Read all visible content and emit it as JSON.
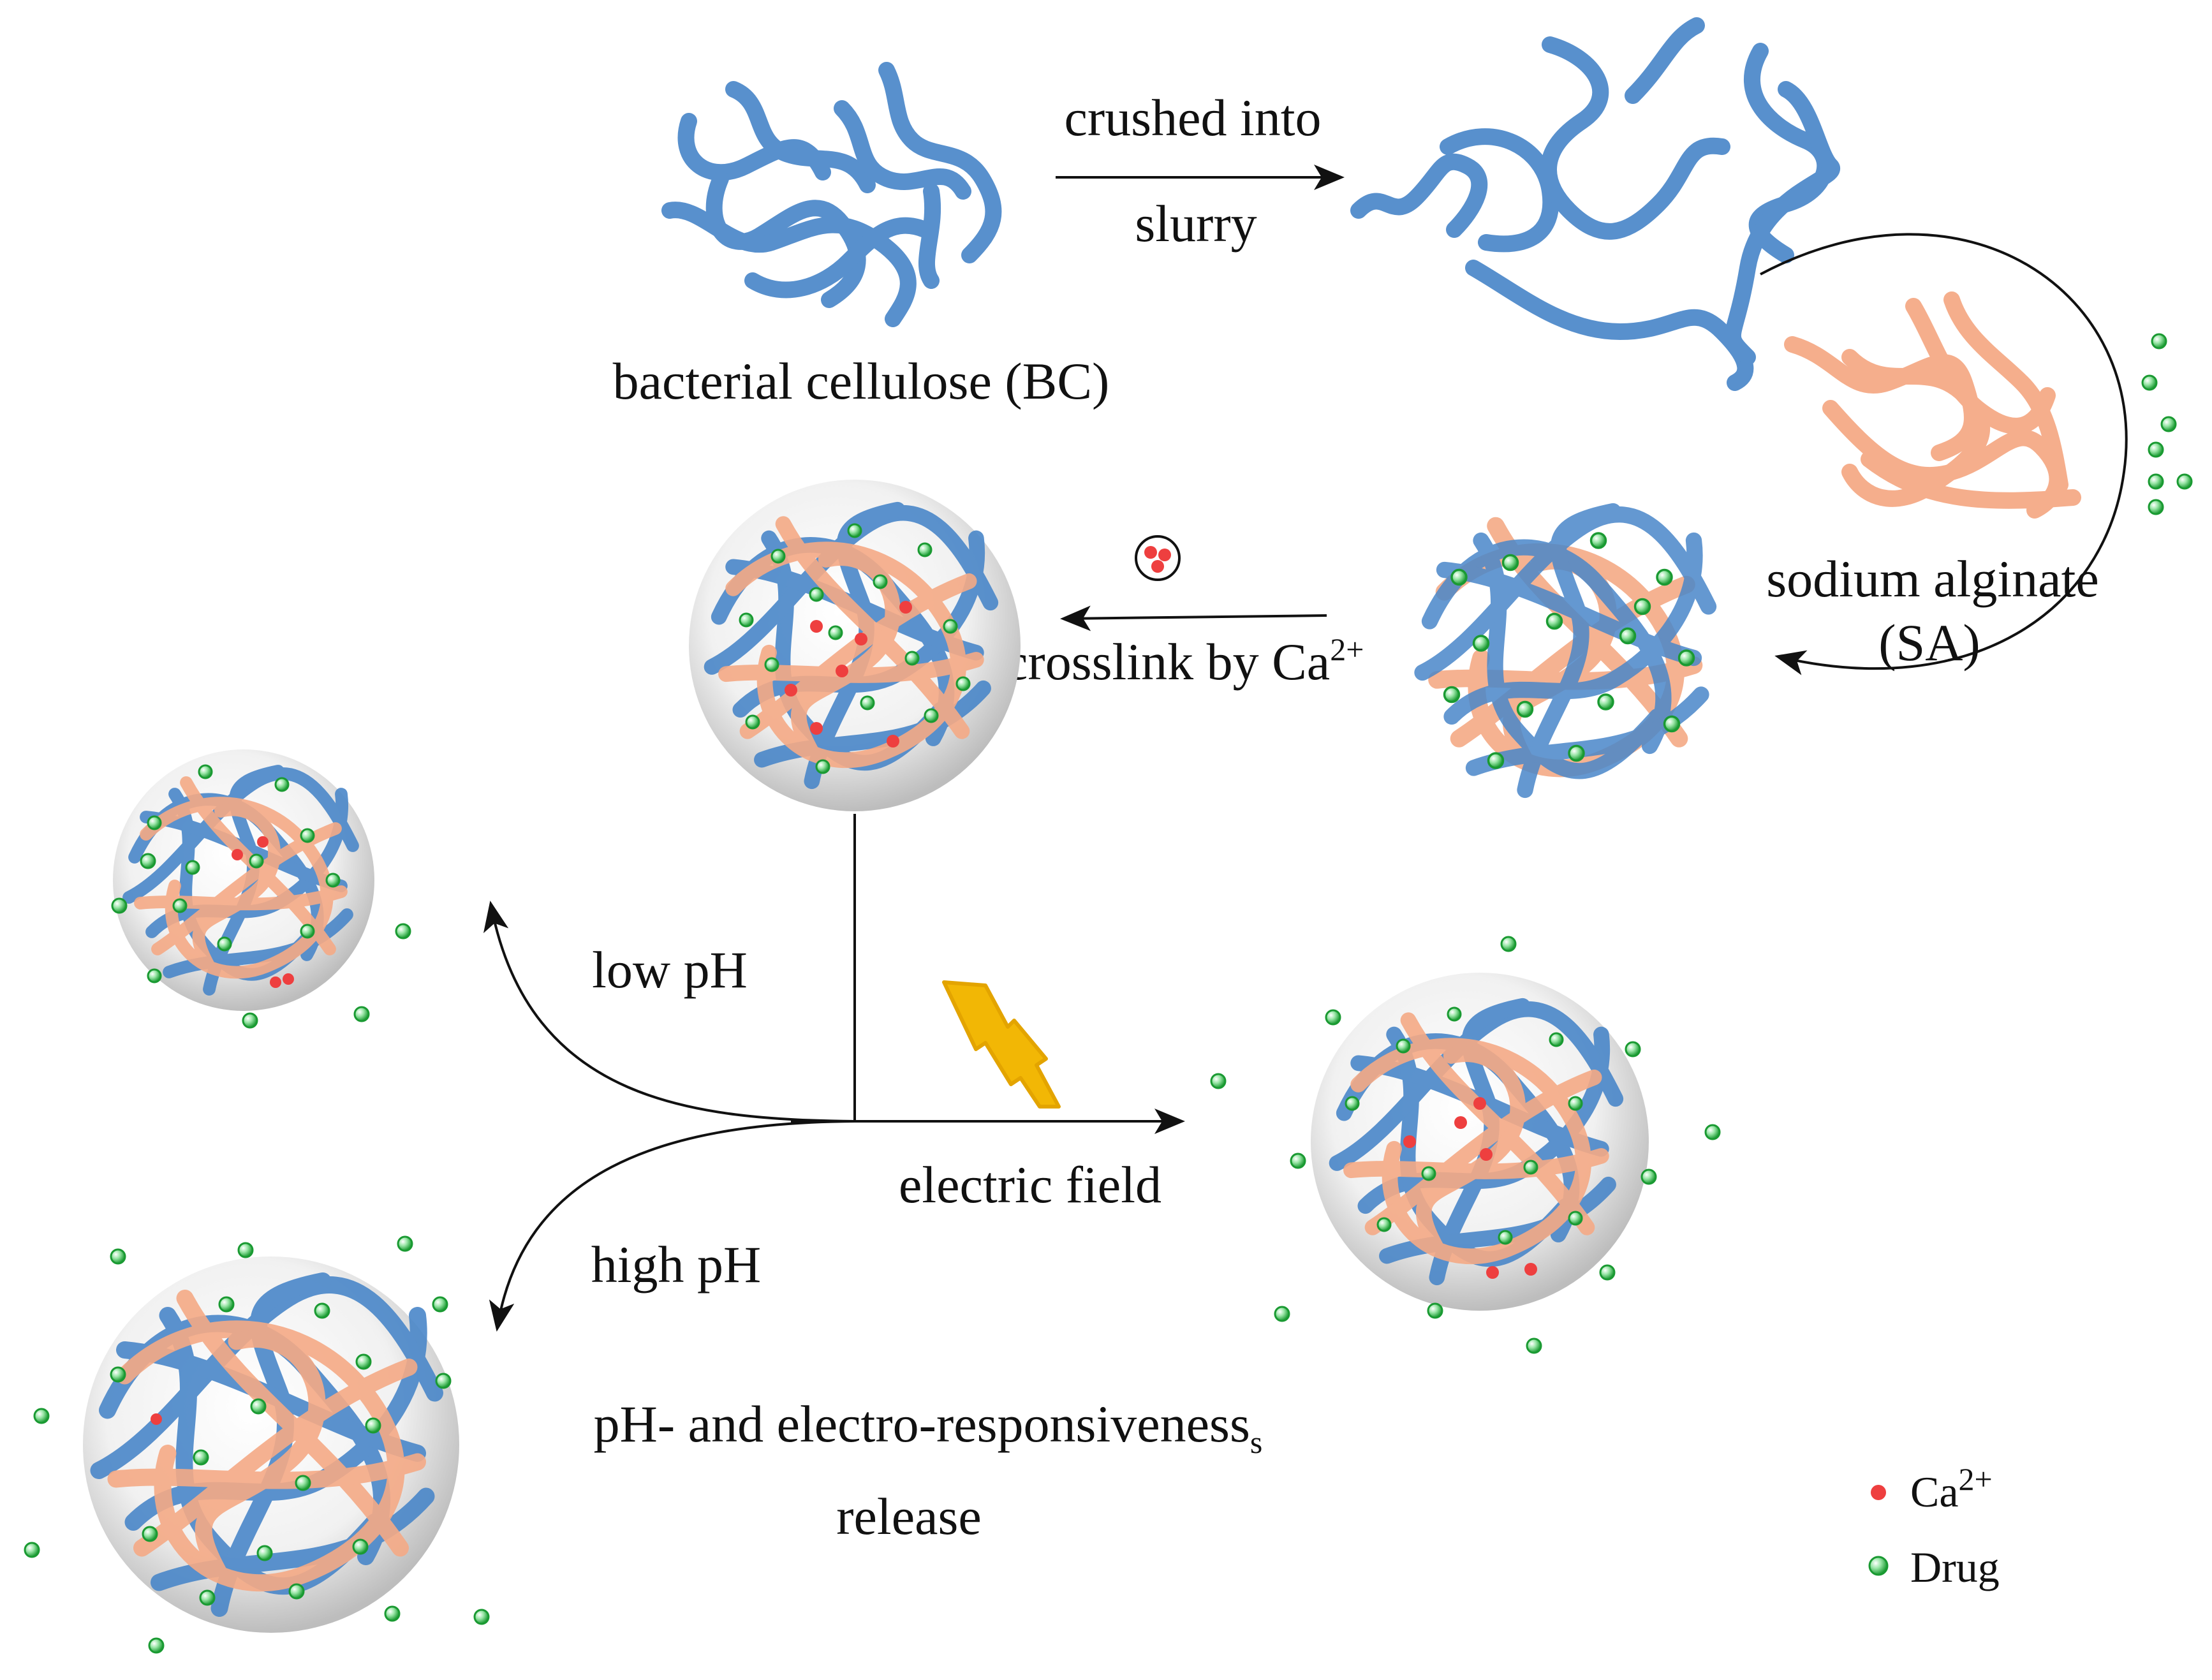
{
  "labels": {
    "bc": "bacterial cellulose (BC)",
    "crushed_line1": "crushed into",
    "crushed_line2": "slurry",
    "sa_line1": "sodium alginate",
    "sa_line2": "(SA)",
    "crosslink": "crosslink by Ca",
    "crosslink_sup": "2+",
    "low_ph": "low pH",
    "high_ph": "high pH",
    "electric_field": "electric field",
    "release_line1": "pH- and electro-responsiveness",
    "release_line1_sub": "s",
    "release_line2": "release"
  },
  "legend": {
    "ca_label": "Ca",
    "ca_sup": "2+",
    "drug_label": "Drug"
  },
  "colors": {
    "bc_fiber": "#4a87c9",
    "sa_fiber": "#f5aa86",
    "ca_ion": "#ee3f3f",
    "drug": "#22b43c",
    "lightning": "#f2b705",
    "arrow": "#111111"
  }
}
